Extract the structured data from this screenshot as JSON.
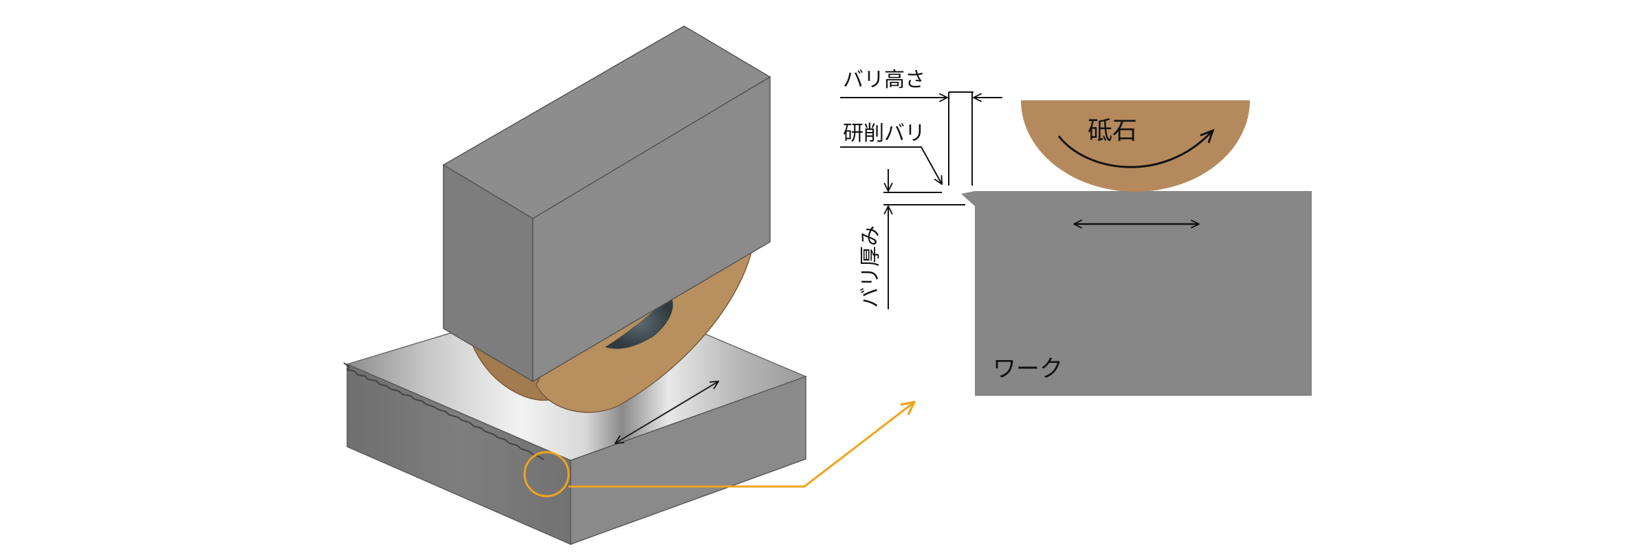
{
  "labels": {
    "burr_height": "バリ高さ",
    "grinding_burr": "研削バリ",
    "burr_thickness": "バリ厚み",
    "grindstone": "砥石",
    "workpiece": "ワーク"
  },
  "colors": {
    "block_top": "#8a8a8a",
    "block_front": "#7d7d7d",
    "block_side": "#8c8c8c",
    "wheel_brown": "#b48a5c",
    "wheel_edge": "#a27b4e",
    "workpiece_gray": "#878787",
    "highlight_orange": "#f2a41c",
    "line_black": "#111111"
  }
}
